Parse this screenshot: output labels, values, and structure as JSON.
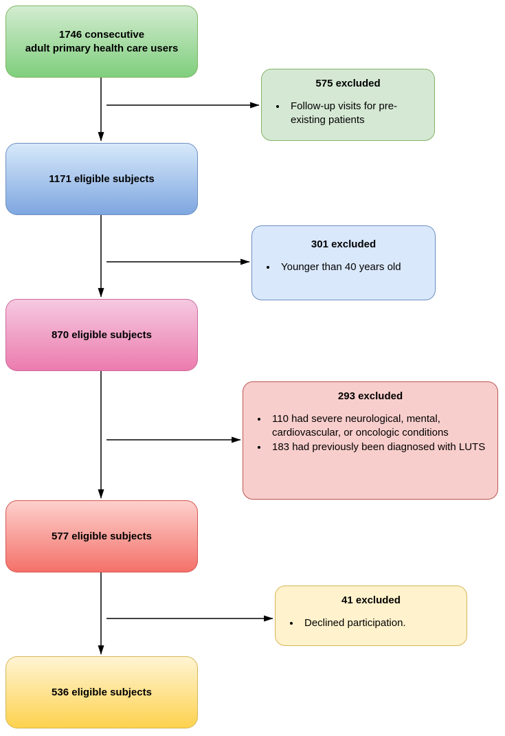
{
  "flowchart": {
    "main_boxes": [
      {
        "label": "1746 consecutive\nadult primary health care users",
        "colors": {
          "top": "#d3ecd0",
          "bottom": "#7fce7d",
          "border": "#7cb564"
        }
      },
      {
        "label": "1171 eligible subjects",
        "colors": {
          "top": "#d7e9fa",
          "bottom": "#7ea6e0",
          "border": "#6c8ebf"
        }
      },
      {
        "label": "870 eligible subjects",
        "colors": {
          "top": "#f5c9e0",
          "bottom": "#ec7cae",
          "border": "#c9679c"
        }
      },
      {
        "label": "577 eligible subjects",
        "colors": {
          "top": "#fdd0cc",
          "bottom": "#f4716a",
          "border": "#d5544f"
        }
      },
      {
        "label": "536 eligible subjects",
        "colors": {
          "top": "#fff4d4",
          "bottom": "#fdd24e",
          "border": "#d6b656"
        }
      }
    ],
    "excluded_boxes": [
      {
        "title": "575 excluded",
        "bullets": [
          "Follow-up visits for pre-existing patients"
        ],
        "colors": {
          "fill": "#d5e8d4",
          "border": "#82b366"
        }
      },
      {
        "title": "301 excluded",
        "bullets": [
          "Younger than 40 years old"
        ],
        "colors": {
          "fill": "#dae8fc",
          "border": "#6c8ebf"
        }
      },
      {
        "title": "293 excluded",
        "bullets": [
          "110 had severe neurological, mental, cardiovascular, or oncologic conditions",
          "183 had previously been diagnosed with LUTS"
        ],
        "colors": {
          "fill": "#f8cecc",
          "border": "#b85450"
        }
      },
      {
        "title": "41 excluded",
        "bullets": [
          "Declined participation."
        ],
        "colors": {
          "fill": "#fff2cc",
          "border": "#d6b656"
        }
      }
    ],
    "arrow_color": "#000000"
  }
}
